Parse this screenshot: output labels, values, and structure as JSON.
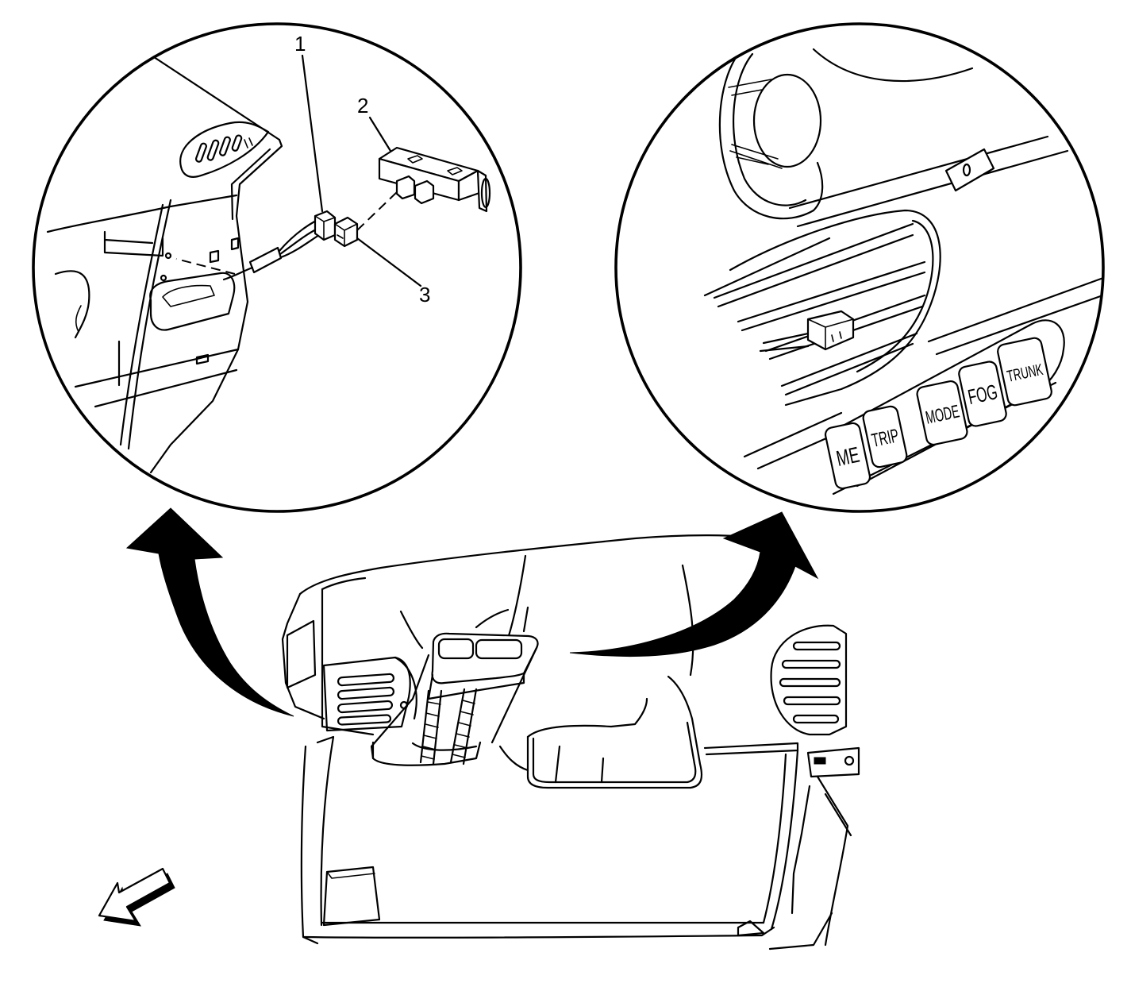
{
  "callouts": [
    "1",
    "2",
    "3"
  ],
  "switch_labels": [
    "ME",
    "TRIP",
    "MODE",
    "FOG",
    "TRUNK"
  ],
  "colors": {
    "line": "#000000",
    "background": "#ffffff"
  }
}
